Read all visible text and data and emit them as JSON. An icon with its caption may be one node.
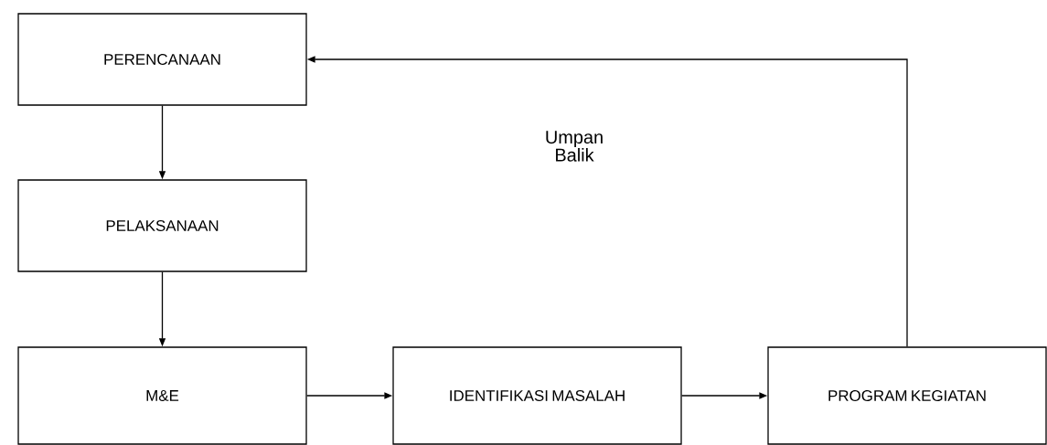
{
  "diagram": {
    "nodes": [
      {
        "text": [
          "PERENCANAAN"
        ]
      },
      {
        "text": [
          "PELAKSANAAN"
        ]
      },
      {
        "text": [
          "M&E"
        ]
      },
      {
        "text": [
          "IDENTIFIKASI MASALAH"
        ]
      },
      {
        "text": [
          "PROGRAM KEGIATAN"
        ]
      }
    ],
    "edges": [
      {
        "from": 0,
        "to": 1,
        "arrow": "to"
      },
      {
        "from": 1,
        "to": 2,
        "arrow": "to"
      },
      {
        "from": 2,
        "to": 3,
        "arrow": "to"
      },
      {
        "from": 3,
        "to": 4,
        "arrow": "to"
      },
      {
        "from": 4,
        "to": 0,
        "arrow": "to",
        "label": "Umpan Balik"
      }
    ]
  }
}
